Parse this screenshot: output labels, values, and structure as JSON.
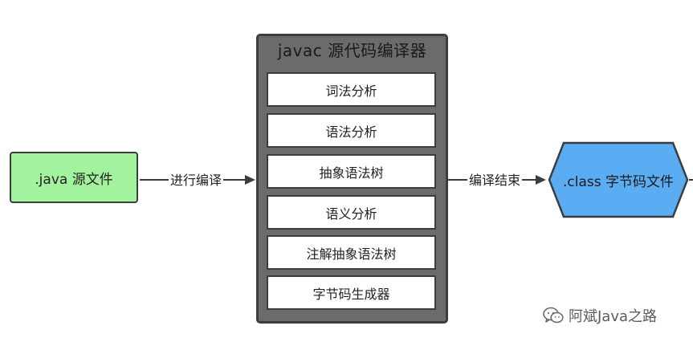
{
  "source": {
    "label": ".java 源文件"
  },
  "compiler": {
    "title": "javac 源代码编译器",
    "stages": [
      {
        "label": "词法分析"
      },
      {
        "label": "语法分析"
      },
      {
        "label": "抽象语法树"
      },
      {
        "label": "语义分析"
      },
      {
        "label": "注解抽象语法树"
      },
      {
        "label": "字节码生成器"
      }
    ]
  },
  "edges": {
    "compile": {
      "label": "进行编译"
    },
    "finish": {
      "label": "编译结束"
    }
  },
  "output": {
    "label": ".class 字节码文件"
  },
  "watermark": {
    "text": "阿斌Java之路",
    "icon": "wechat-icon"
  },
  "colors": {
    "source_fill": "#a3f29d",
    "compiler_fill": "#6b6b6b",
    "output_fill": "#5aacf3",
    "stroke": "#3d3d3d"
  }
}
